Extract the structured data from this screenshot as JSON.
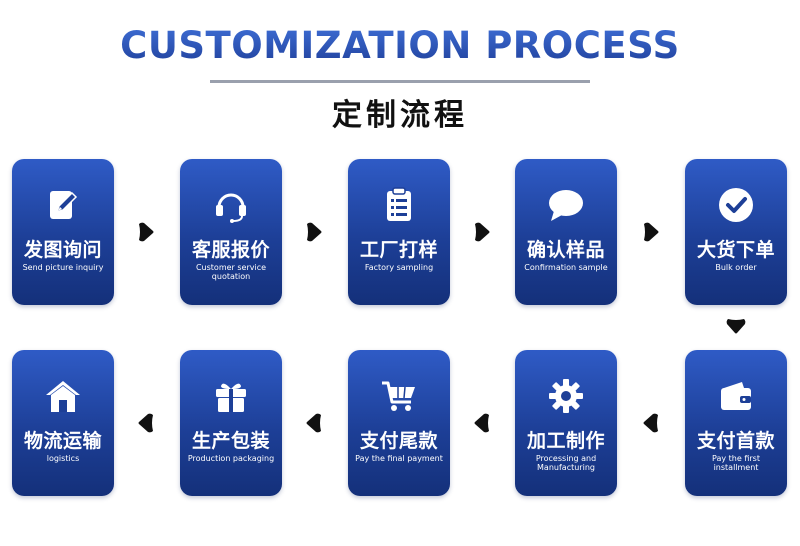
{
  "header": {
    "title": "CUSTOMIZATION PROCESS",
    "subtitle": "定制流程"
  },
  "colors": {
    "card_top": "#2f5bc6",
    "card_bottom": "#14307a",
    "title": "#2a55b8",
    "divider": "#9aa0ad",
    "arrow": "#111111"
  },
  "steps": [
    {
      "zh": "发图询问",
      "en": "Send picture inquiry",
      "icon": "edit-document-icon"
    },
    {
      "zh": "客服报价",
      "en": "Customer service quotation",
      "icon": "headset-icon"
    },
    {
      "zh": "工厂打样",
      "en": "Factory sampling",
      "icon": "clipboard-list-icon"
    },
    {
      "zh": "确认样品",
      "en": "Confirmation sample",
      "icon": "chat-bubble-icon"
    },
    {
      "zh": "大货下单",
      "en": "Bulk order",
      "icon": "check-circle-icon"
    },
    {
      "zh": "支付首款",
      "en": "Pay the first installment",
      "icon": "wallet-icon"
    },
    {
      "zh": "加工制作",
      "en": "Processing and Manufacturing",
      "icon": "gear-icon"
    },
    {
      "zh": "支付尾款",
      "en": "Pay the final payment",
      "icon": "shopping-cart-icon"
    },
    {
      "zh": "生产包装",
      "en": "Production packaging",
      "icon": "gift-box-icon"
    },
    {
      "zh": "物流运输",
      "en": "logistics",
      "icon": "house-icon"
    }
  ]
}
